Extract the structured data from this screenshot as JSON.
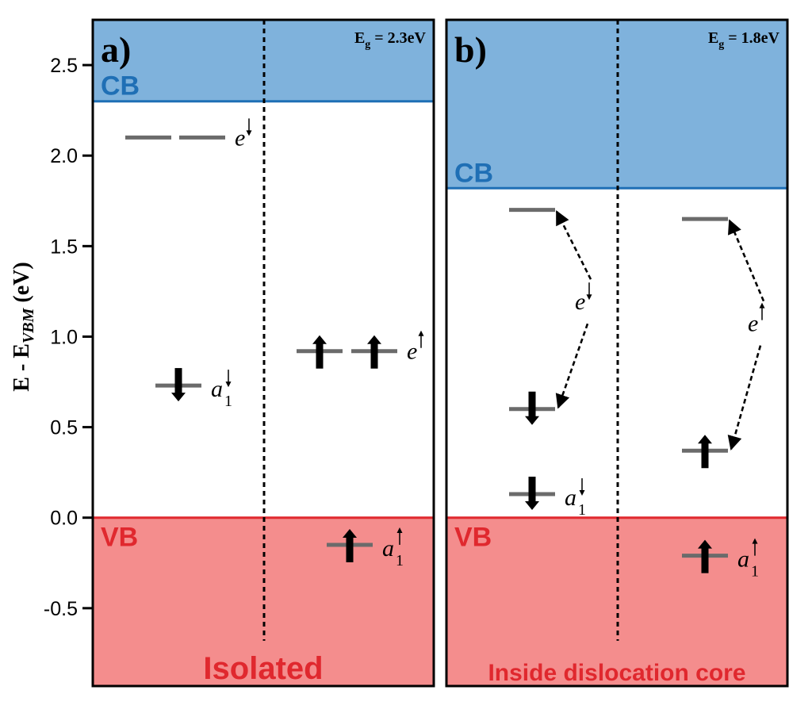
{
  "chart_data": {
    "type": "energy-level-diagram",
    "ylabel_prefix": "E - E",
    "ylabel_subscript": "VBM",
    "ylabel_suffix": " (eV)",
    "ylim": [
      -0.93,
      2.75
    ],
    "yticks": [
      -0.5,
      0.0,
      0.5,
      1.0,
      1.5,
      2.0,
      2.5
    ],
    "tick_labels": [
      "-0.5",
      "0.0",
      "0.5",
      "1.0",
      "1.5",
      "2.0",
      "2.5"
    ],
    "colors": {
      "cb_fill": "#7fb2dc",
      "cb_line": "#1f6fb5",
      "cb_text": "#1f6fb5",
      "vb_fill": "#f48d8d",
      "vb_line": "#e0282e",
      "vb_text": "#e0282e",
      "level": "#6b6b6b",
      "arrow": "#000000"
    },
    "panels": [
      {
        "label": "a)",
        "gap_label": "E",
        "gap_sub": "g",
        "gap_value": " = 2.3eV",
        "cbm": 2.3,
        "vbm": 0.0,
        "cb_label": "CB",
        "vb_label": "VB",
        "caption": "Isolated",
        "caption_size": "big",
        "divider_bottom": -0.68,
        "levels": [
          {
            "column": "left",
            "energy": 2.1,
            "orbital": "e",
            "spin": "down",
            "degenerate": true,
            "occupied": false
          },
          {
            "column": "left",
            "energy": 0.73,
            "orbital": "a",
            "sub": "1",
            "spin": "down",
            "degenerate": false,
            "occupied": true
          },
          {
            "column": "right",
            "energy": 0.92,
            "orbital": "e",
            "spin": "up",
            "degenerate": true,
            "occupied": true
          },
          {
            "column": "right",
            "energy": -0.15,
            "orbital": "a",
            "sub": "1",
            "spin": "up",
            "degenerate": false,
            "occupied": true
          }
        ],
        "transitions": []
      },
      {
        "label": "b)",
        "gap_label": "E",
        "gap_sub": "g",
        "gap_value": " = 1.8eV",
        "cbm": 1.82,
        "vbm": 0.0,
        "cb_label": "CB",
        "vb_label": "VB",
        "caption": "Inside dislocation core",
        "caption_size": "small",
        "divider_bottom": -0.68,
        "levels": [
          {
            "column": "left",
            "energy": 1.7,
            "occupied": false
          },
          {
            "column": "left",
            "energy": 0.6,
            "occupied": true,
            "spin": "down"
          },
          {
            "column": "left",
            "energy": 0.13,
            "orbital": "a",
            "sub": "1",
            "spin": "down",
            "occupied": true
          },
          {
            "column": "right",
            "energy": 1.65,
            "occupied": false
          },
          {
            "column": "right",
            "energy": 0.37,
            "occupied": true,
            "spin": "up"
          },
          {
            "column": "right",
            "energy": -0.21,
            "orbital": "a",
            "sub": "1",
            "spin": "up",
            "occupied": true
          }
        ],
        "transitions": [
          {
            "column": "left",
            "from": 1.7,
            "to": 0.6,
            "mid": 1.15,
            "orbital": "e",
            "spin": "down"
          },
          {
            "column": "right",
            "from": 1.65,
            "to": 0.37,
            "mid": 1.03,
            "orbital": "e",
            "spin": "up"
          }
        ]
      }
    ]
  }
}
